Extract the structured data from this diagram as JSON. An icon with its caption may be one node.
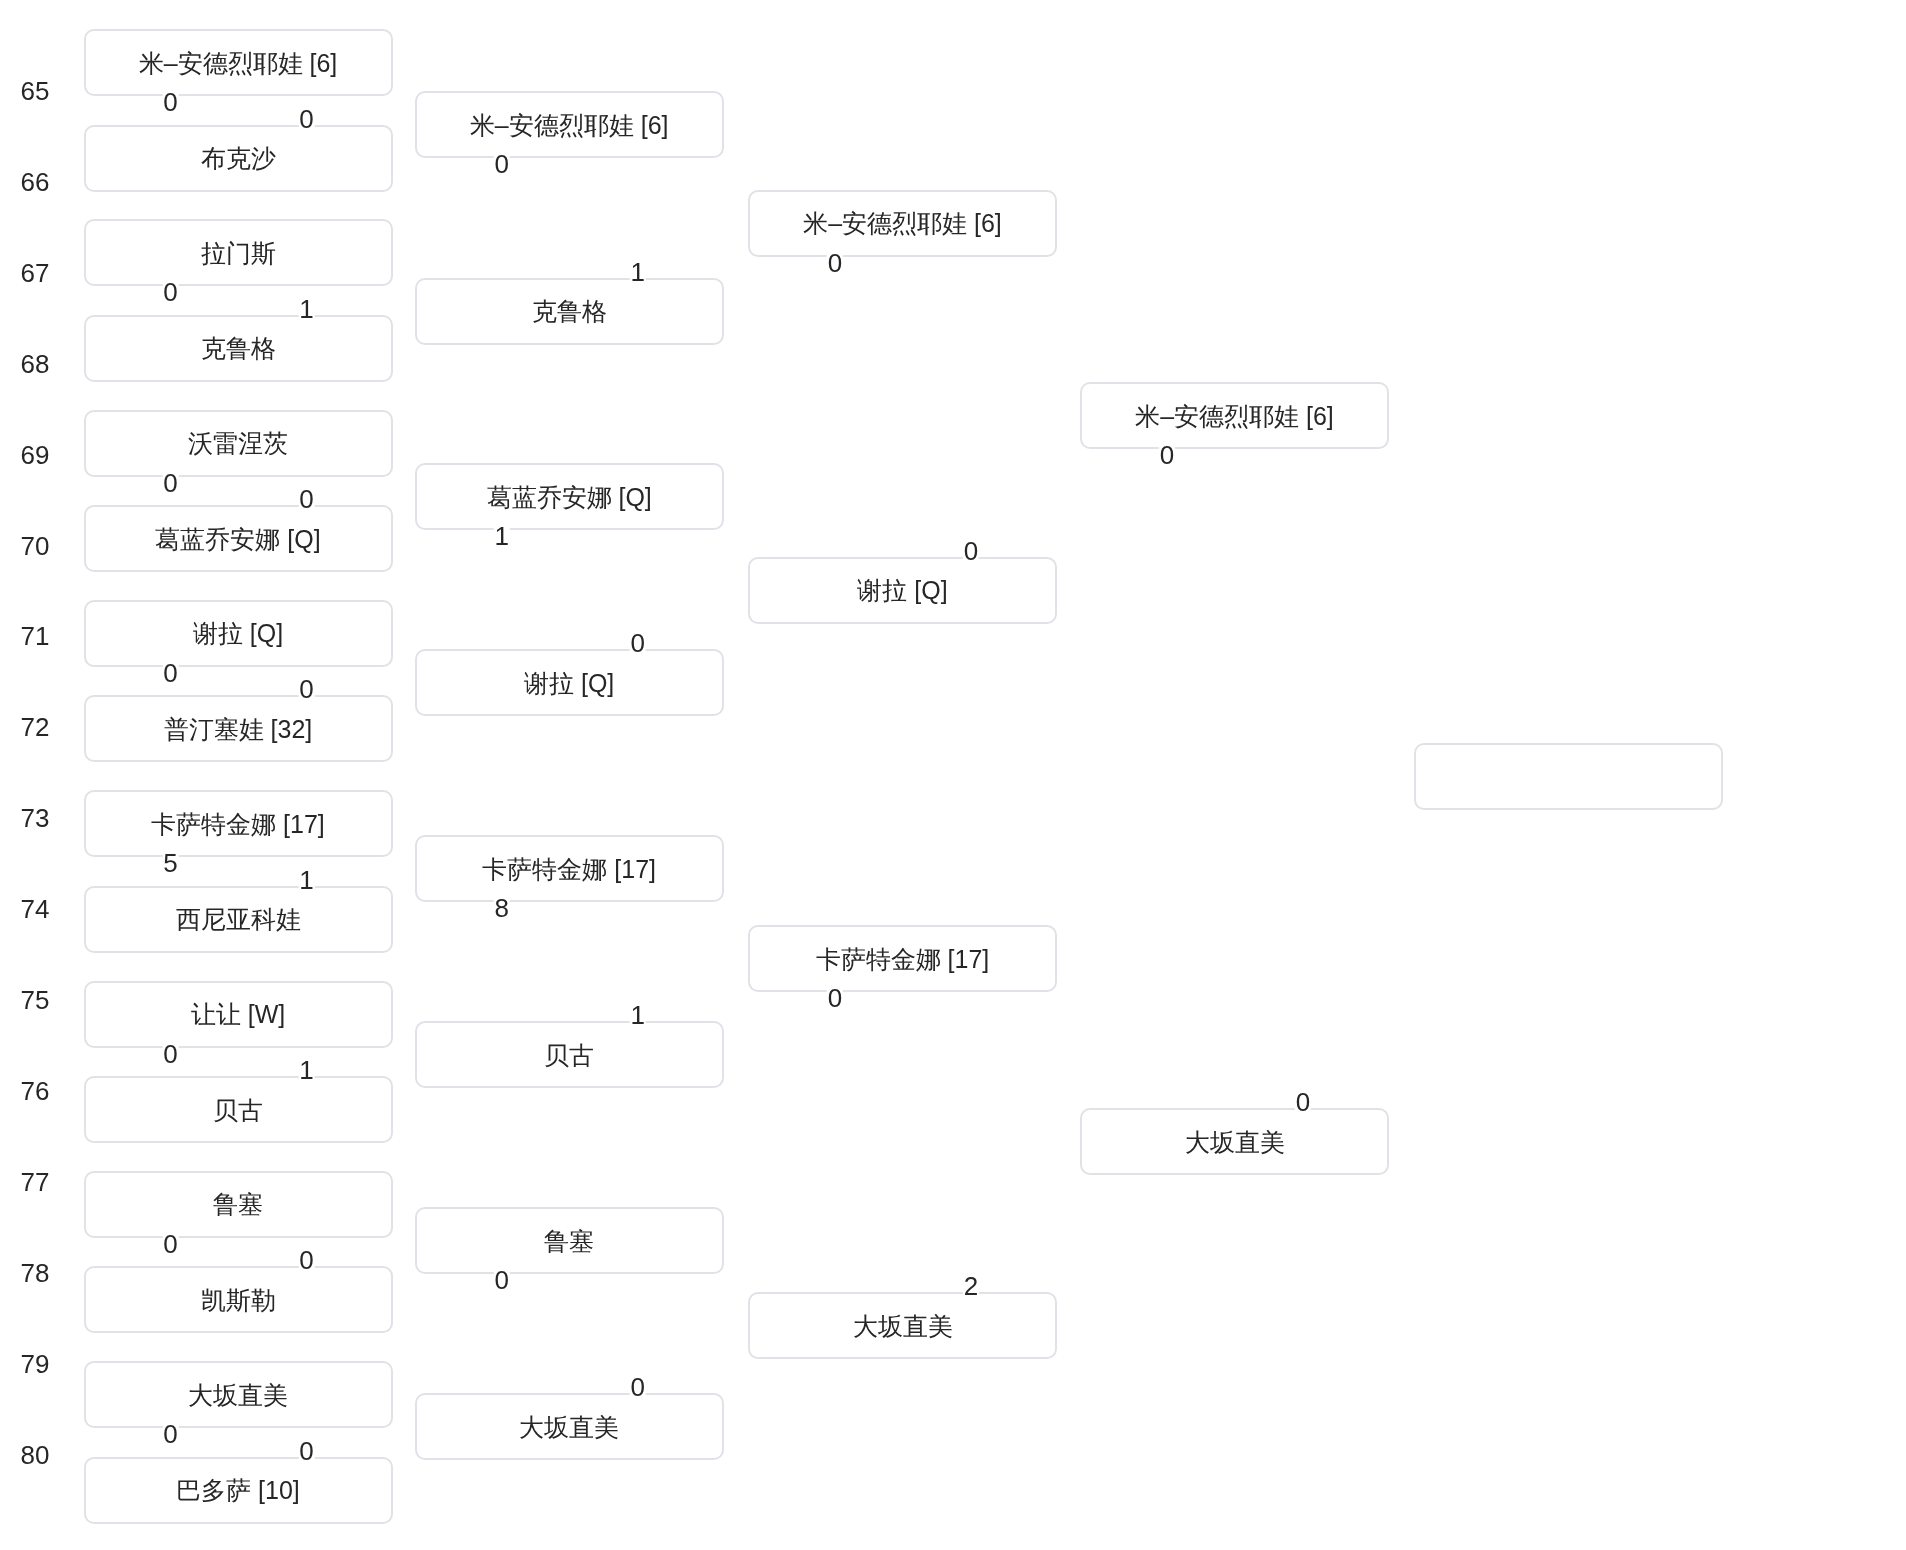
{
  "diagram": {
    "nodes": [
      {
        "text": [
          "米–安德烈耶娃 [6]"
        ],
        "beside": [
          "0"
        ]
      },
      {
        "text": [
          "布克沙"
        ],
        "beside": [
          "0"
        ]
      },
      {
        "text": [
          "拉门斯"
        ],
        "beside": [
          "0"
        ]
      },
      {
        "text": [
          "克鲁格"
        ],
        "beside": [
          "1"
        ]
      },
      {
        "text": [
          "沃雷涅茨"
        ],
        "beside": [
          "0"
        ]
      },
      {
        "text": [
          "葛蓝乔安娜 [Q]"
        ],
        "beside": [
          "0"
        ]
      },
      {
        "text": [
          "谢拉 [Q]"
        ],
        "beside": [
          "0"
        ]
      },
      {
        "text": [
          "普汀塞娃 [32]"
        ],
        "beside": [
          "0"
        ]
      },
      {
        "text": [
          "卡萨特金娜 [17]"
        ],
        "beside": [
          "5"
        ]
      },
      {
        "text": [
          "西尼亚科娃"
        ],
        "beside": [
          "1"
        ]
      },
      {
        "text": [
          "让让 [W]"
        ],
        "beside": [
          "0"
        ]
      },
      {
        "text": [
          "贝古"
        ],
        "beside": [
          "1"
        ]
      },
      {
        "text": [
          "鲁塞"
        ],
        "beside": [
          "0"
        ]
      },
      {
        "text": [
          "凯斯勒"
        ],
        "beside": [
          "0"
        ]
      },
      {
        "text": [
          "大坂直美"
        ],
        "beside": [
          "0"
        ]
      },
      {
        "text": [
          "巴多萨 [10]"
        ],
        "beside": [
          "0"
        ]
      },
      {
        "text": [
          "米–安德烈耶娃 [6]"
        ],
        "beside": [
          "0"
        ]
      },
      {
        "text": [
          "克鲁格"
        ],
        "beside": [
          "1"
        ]
      },
      {
        "text": [
          "葛蓝乔安娜 [Q]"
        ],
        "beside": [
          "1"
        ]
      },
      {
        "text": [
          "谢拉 [Q]"
        ],
        "beside": [
          "0"
        ]
      },
      {
        "text": [
          "卡萨特金娜 [17]"
        ],
        "beside": [
          "8"
        ]
      },
      {
        "text": [
          "贝古"
        ],
        "beside": [
          "1"
        ]
      },
      {
        "text": [
          "鲁塞"
        ],
        "beside": [
          "0"
        ]
      },
      {
        "text": [
          "大坂直美"
        ],
        "beside": [
          "0"
        ]
      },
      {
        "text": [
          "米–安德烈耶娃 [6]"
        ],
        "beside": [
          "0"
        ]
      },
      {
        "text": [
          "谢拉 [Q]"
        ],
        "beside": [
          "0"
        ]
      },
      {
        "text": [
          "卡萨特金娜 [17]"
        ],
        "beside": [
          "0"
        ]
      },
      {
        "text": [
          "大坂直美"
        ],
        "beside": [
          "2"
        ]
      },
      {
        "text": [
          "米–安德烈耶娃 [6]"
        ],
        "beside": [
          "0"
        ]
      },
      {
        "text": [
          "大坂直美"
        ],
        "beside": [
          "0"
        ]
      },
      {
        "text": [],
        "shape": "box"
      }
    ],
    "labels": [
      "65",
      "66",
      "67",
      "68",
      "69",
      "70",
      "71",
      "72",
      "73",
      "74",
      "75",
      "76",
      "77",
      "78",
      "79",
      "80"
    ]
  }
}
